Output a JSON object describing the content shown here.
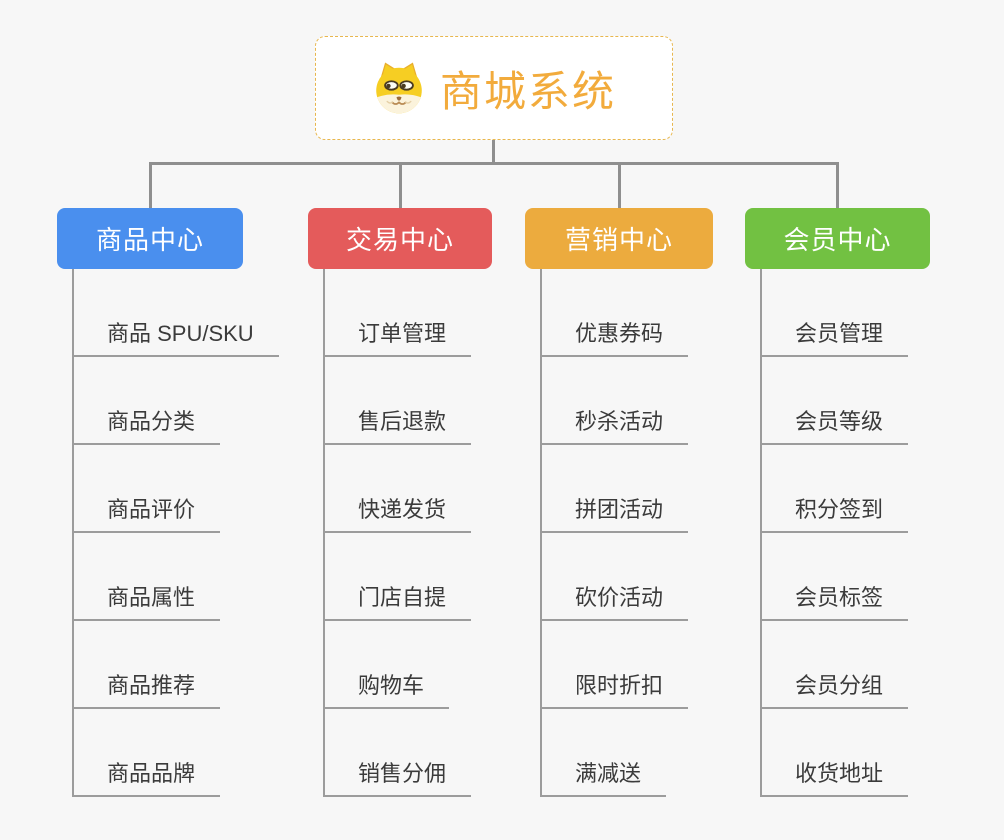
{
  "root": {
    "label": "商城系统",
    "icon": "doge-face-icon",
    "text_color": "#f2ab3c",
    "border_color": "#e8b74e"
  },
  "branches": [
    {
      "label": "商品中心",
      "color": "#4a8fee",
      "children": [
        "商品 SPU/SKU",
        "商品分类",
        "商品评价",
        "商品属性",
        "商品推荐",
        "商品品牌"
      ]
    },
    {
      "label": "交易中心",
      "color": "#e45b5b",
      "children": [
        "订单管理",
        "售后退款",
        "快递发货",
        "门店自提",
        "购物车",
        "销售分佣"
      ]
    },
    {
      "label": "营销中心",
      "color": "#ecab3e",
      "children": [
        "优惠券码",
        "秒杀活动",
        "拼团活动",
        "砍价活动",
        "限时折扣",
        "满减送"
      ]
    },
    {
      "label": "会员中心",
      "color": "#72c142",
      "children": [
        "会员管理",
        "会员等级",
        "积分签到",
        "会员标签",
        "会员分组",
        "收货地址"
      ]
    }
  ],
  "colors": {
    "background": "#f7f7f7",
    "connector": "#8f8f8f",
    "leaf_line": "#9c9c9c",
    "leaf_text": "#3b3b3b",
    "branch_text": "#ffffff"
  }
}
